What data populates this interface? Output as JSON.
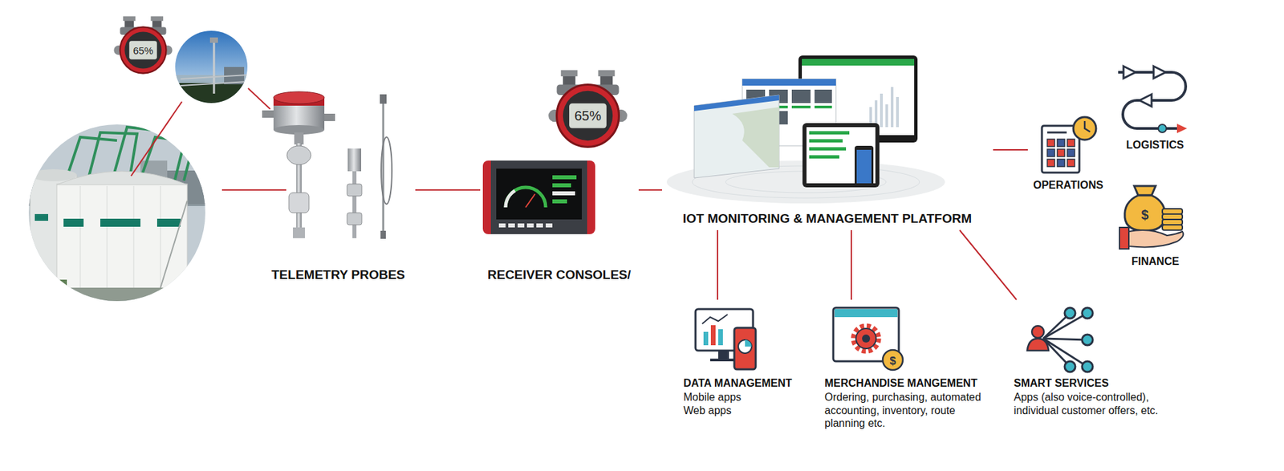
{
  "diagram": {
    "nodes": [
      {
        "text": [
          "TELEMETRY PROBES"
        ]
      },
      {
        "text": [
          "RECEIVER CONSOLES/"
        ]
      },
      {
        "text": [
          "IOT MONITORING & MANAGEMENT PLATFORM"
        ]
      },
      {
        "text": [
          "OPERATIONS"
        ]
      },
      {
        "text": [
          "LOGISTICS"
        ]
      },
      {
        "text": [
          "FINANCE"
        ]
      },
      {
        "text": [
          "DATA MANAGEMENT",
          "Mobile apps Web apps"
        ]
      },
      {
        "text": [
          "MERCHANDISE MANGEMENT",
          "Ordering, purchasing, automated accounting, inventory, route planning etc."
        ]
      },
      {
        "text": [
          "SMART SERVICES",
          "Apps (also voice-controlled), individual customer offers, etc."
        ]
      }
    ],
    "edges": [
      {
        "from": 0,
        "to": 1,
        "arrow": "none"
      },
      {
        "from": 1,
        "to": 2,
        "arrow": "none"
      },
      {
        "from": 2,
        "to": 3,
        "arrow": "none"
      },
      {
        "from": 2,
        "to": 6,
        "arrow": "none"
      },
      {
        "from": 2,
        "to": 7,
        "arrow": "none"
      },
      {
        "from": 2,
        "to": 8,
        "arrow": "none"
      }
    ],
    "labels": [
      "65%",
      "65%",
      "$",
      "$"
    ]
  }
}
